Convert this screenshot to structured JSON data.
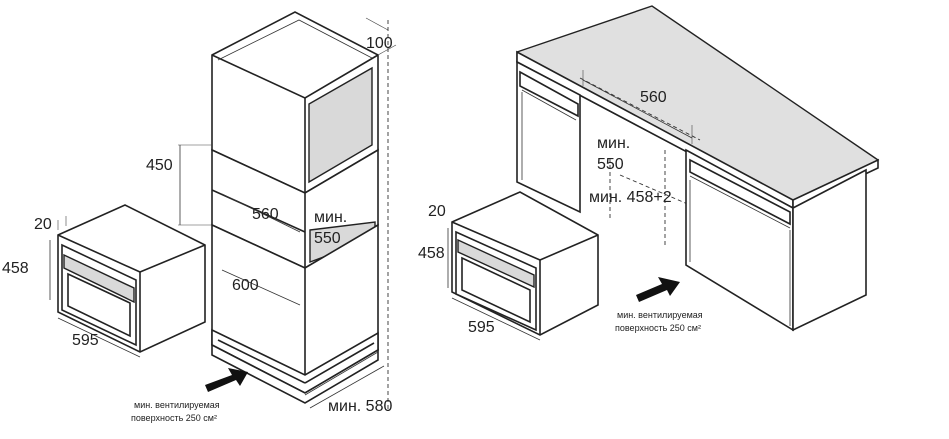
{
  "left": {
    "oven_depth": "20",
    "oven_height": "458",
    "oven_width": "595",
    "cabinet_top_gap": "100",
    "niche_height": "450",
    "niche_depth": "560",
    "niche_width_label": "мин.",
    "niche_width_value": "550",
    "cabinet_width": "600",
    "cabinet_depth": "мин. 580",
    "vent_line1": "мин. вентилируемая",
    "vent_line2": "поверхность 250 см²"
  },
  "right": {
    "oven_depth": "20",
    "oven_height": "458",
    "oven_width": "595",
    "niche_depth": "560",
    "niche_width_label": "мин.",
    "niche_width_value": "550",
    "niche_height": "мин. 458+2",
    "vent_line1": "мин. вентилируемая",
    "vent_line2": "поверхность 250 см²"
  }
}
